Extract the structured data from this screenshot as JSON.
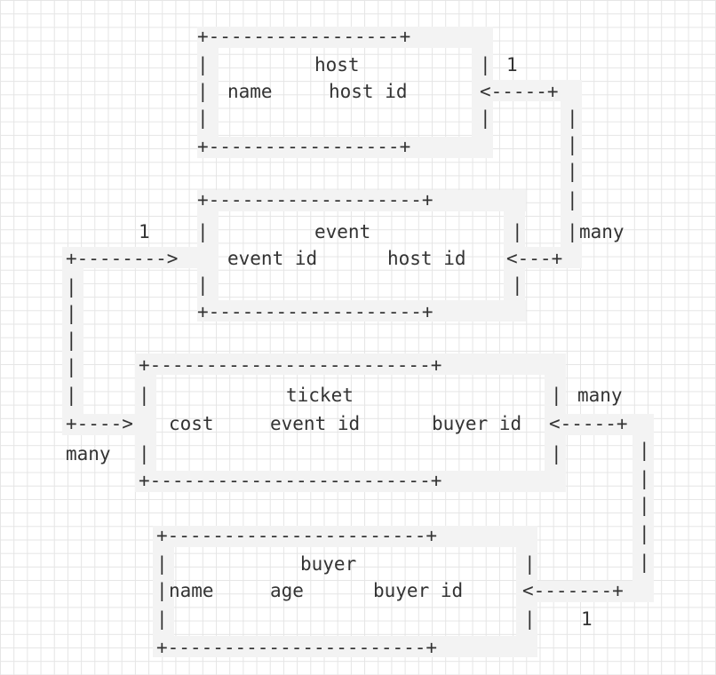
{
  "tables": {
    "host": {
      "title": "host",
      "fields": [
        "name",
        "host id"
      ]
    },
    "event": {
      "title": "event",
      "fields": [
        "event id",
        "host id"
      ]
    },
    "ticket": {
      "title": "ticket",
      "fields": [
        "cost",
        "event id",
        "buyer id"
      ]
    },
    "buyer": {
      "title": "buyer",
      "fields": [
        "name",
        "age",
        "buyer id"
      ]
    }
  },
  "relations": {
    "host_event": {
      "one": "1",
      "many": "many"
    },
    "event_ticket": {
      "one": "1",
      "many": "many"
    },
    "ticket_buyer": {
      "many": "many",
      "one": "1"
    }
  },
  "colors": {
    "line": "#333333",
    "highlight": "#f3f3f3",
    "grid": "#e5e5e5",
    "background": "#ffffff"
  }
}
